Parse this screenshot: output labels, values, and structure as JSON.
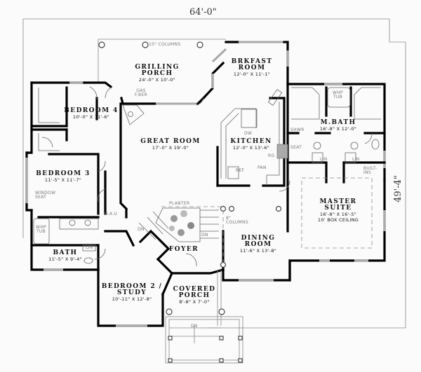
{
  "plan": {
    "overall_width": "64'-0\"",
    "overall_depth": "49'-4\"",
    "rooms": [
      {
        "id": "grilling-porch",
        "name_lines": [
          "GRILLING",
          "PORCH"
        ],
        "dims": "24'-0\" X 10'-0\""
      },
      {
        "id": "brkfast-room",
        "name_lines": [
          "BRKFAST",
          "ROOM"
        ],
        "dims": "12'-0\" X 11'-1\""
      },
      {
        "id": "bedroom-4",
        "name_lines": [
          "BEDROOM 4"
        ],
        "dims": "10'-0\" X 11'-6\""
      },
      {
        "id": "great-room",
        "name_lines": [
          "GREAT ROOM"
        ],
        "dims": "17'-0\" X 19'-0\""
      },
      {
        "id": "kitchen",
        "name_lines": [
          "KITCHEN"
        ],
        "dims": "12'-0\" X 13'-6\""
      },
      {
        "id": "m-bath",
        "name_lines": [
          "M.BATH"
        ],
        "dims": "16'-8\" X 12'-0\""
      },
      {
        "id": "bedroom-3",
        "name_lines": [
          "BEDROOM 3"
        ],
        "dims": "11'-5\" X 11'-7\""
      },
      {
        "id": "master-suite",
        "name_lines": [
          "MASTER",
          "SUITE"
        ],
        "dims": "16'-8\" X 16'-5\"",
        "extra": "10' BOX CEILING"
      },
      {
        "id": "dining-room",
        "name_lines": [
          "DINING",
          "ROOM"
        ],
        "dims": "11'-6\" X 13'-8\""
      },
      {
        "id": "foyer",
        "name_lines": [
          "FOYER"
        ],
        "dims": ""
      },
      {
        "id": "bath",
        "name_lines": [
          "BATH"
        ],
        "dims": "11'-5\" X 9'-4\""
      },
      {
        "id": "bedroom-2-study",
        "name_lines": [
          "BEDROOM 2 /",
          "STUDY"
        ],
        "dims": "10'-11\" X 12'-8\""
      },
      {
        "id": "covered-porch",
        "name_lines": [
          "COVERED",
          "PORCH"
        ],
        "dims": "8'-8\" X 7'-0\""
      }
    ],
    "notes": {
      "columns_10": "10\" COLUMNS",
      "gas_fireplace": [
        "GAS",
        "F.BER"
      ],
      "dw": "DW",
      "ref": "REF",
      "pan": "PAN",
      "rg": "RG",
      "shwr": "SHWR",
      "seat": "SEAT",
      "whp_tub_master": [
        "WHP",
        "TUB"
      ],
      "lin_left": "LIN",
      "lin_right": "LIN",
      "built_ins": [
        "BUILT-",
        "INS"
      ],
      "window_seat": [
        "WINDOW",
        "SEAT"
      ],
      "whp_tub_bath": [
        "WHP",
        "TUB"
      ],
      "lin_bath": "LIN",
      "hall": "H.A.U",
      "planter": "PLANTER",
      "columns_8": [
        "8\"",
        "COLUMNS"
      ],
      "dn_stair_left": "DN",
      "dn_stair_right": "DN",
      "dn_porch": "DN"
    }
  }
}
